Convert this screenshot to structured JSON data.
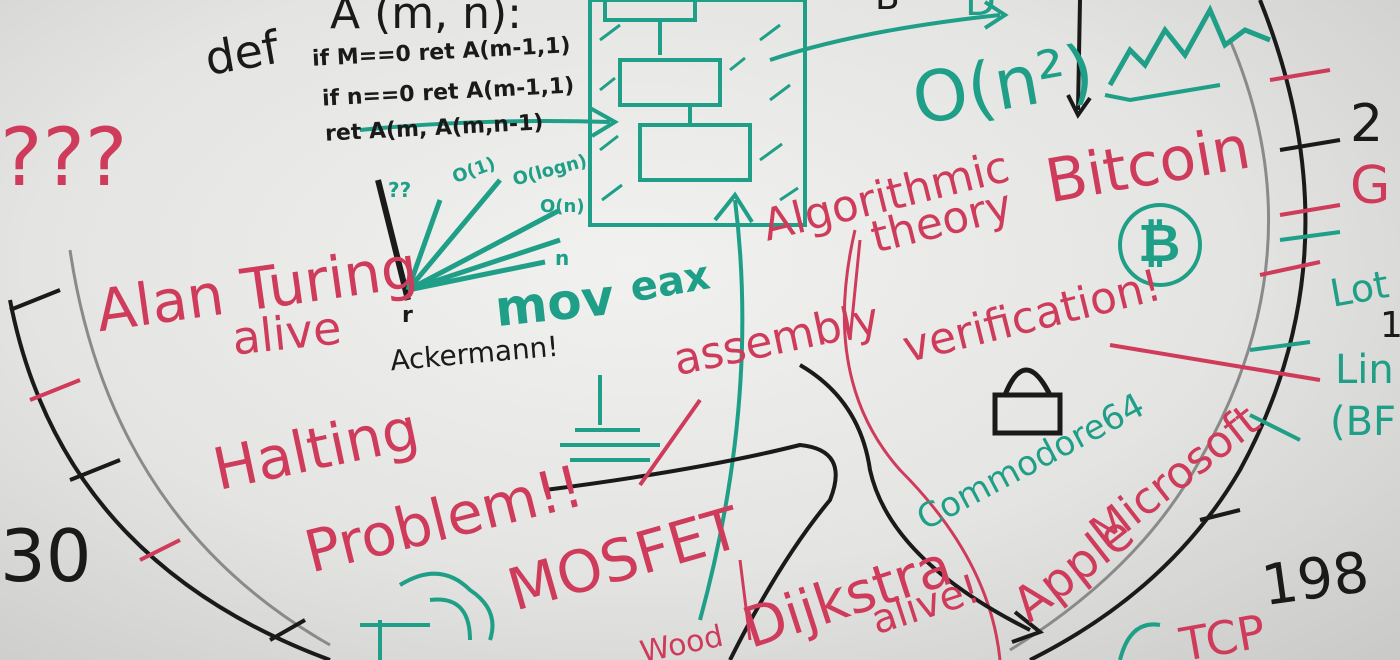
{
  "colors": {
    "red": "#cf3b5a",
    "teal": "#1f9f87",
    "black": "#1a1a1a",
    "board": "#e6e6e4"
  },
  "code": {
    "def": "def",
    "header": "A (m, n):",
    "line1": "if M==0 ret A(m-1,1)",
    "line2": "if n==0 ret A(m-1,1)",
    "line3": "ret A(m, A(m,n-1)"
  },
  "complexity": {
    "unknown": "??",
    "o1": "O(1)",
    "ologn": "O(logn)",
    "on": "O(n)",
    "n": "n",
    "r": "r"
  },
  "notes": {
    "ackermann": "Ackermann!",
    "question_marks": "???",
    "alan_turing": "Alan Turing",
    "alive": "alive",
    "halting": "Halting",
    "problem": "Problem!!",
    "mov": "mov",
    "eax": "eax",
    "assembly": "assembly",
    "algorithmic": "Algorithmic",
    "theory": "theory",
    "o_n2": "O(n²)",
    "bitcoin": "Bitcoin",
    "bitcoin_symbol": "₿",
    "verification": "verification!",
    "commodore": "Commodore64",
    "microsoft": "Microsoft",
    "apple": "Apple",
    "mosfet": "MOSFET",
    "dijkstra": "Dijkstra",
    "dijkstra_alive": "alive!",
    "wood": "Wood",
    "tcp": "TCP",
    "lin": "Lin",
    "bf": "(BF",
    "g": "G",
    "lot": "Lot",
    "top_b": "B",
    "top_d": "D",
    "top_arrow": "→"
  },
  "timeline": {
    "left_year": "30",
    "right_year": "198",
    "right_digit": "2",
    "right_one": "1"
  }
}
